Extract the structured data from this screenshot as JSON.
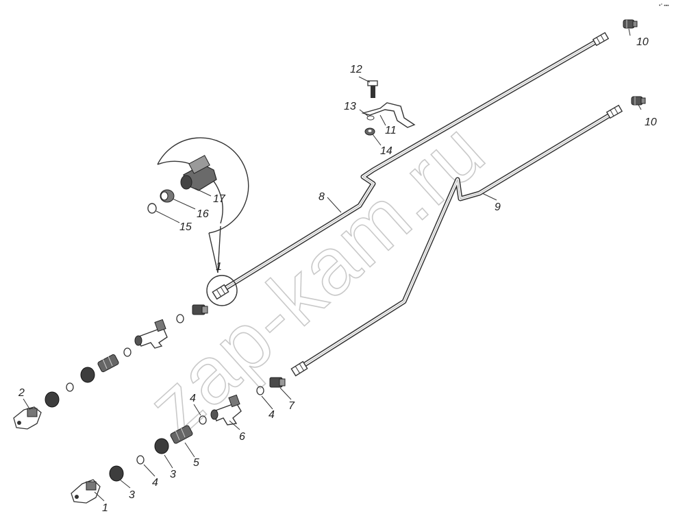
{
  "diagram": {
    "watermark": "zap-kam.ru",
    "corner_mark": "•° ▪▪▪",
    "callouts": [
      {
        "id": "c1a",
        "text": "1"
      },
      {
        "id": "c1b",
        "text": "1"
      },
      {
        "id": "c2",
        "text": "2"
      },
      {
        "id": "c3a",
        "text": "3"
      },
      {
        "id": "c3b",
        "text": "3"
      },
      {
        "id": "c4a",
        "text": "4"
      },
      {
        "id": "c4b",
        "text": "4"
      },
      {
        "id": "c4c",
        "text": "4"
      },
      {
        "id": "c5",
        "text": "5"
      },
      {
        "id": "c6",
        "text": "6"
      },
      {
        "id": "c7",
        "text": "7"
      },
      {
        "id": "c8",
        "text": "8"
      },
      {
        "id": "c9",
        "text": "9"
      },
      {
        "id": "c10a",
        "text": "10"
      },
      {
        "id": "c10b",
        "text": "10"
      },
      {
        "id": "c11",
        "text": "11"
      },
      {
        "id": "c12",
        "text": "12"
      },
      {
        "id": "c13",
        "text": "13"
      },
      {
        "id": "c14",
        "text": "14"
      },
      {
        "id": "c15",
        "text": "15"
      },
      {
        "id": "c16",
        "text": "16"
      },
      {
        "id": "c17",
        "text": "17"
      }
    ]
  }
}
